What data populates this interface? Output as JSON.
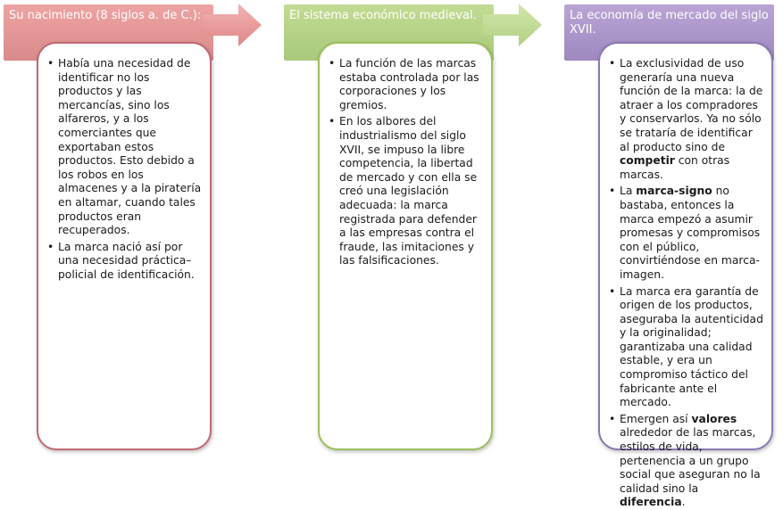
{
  "stages": [
    {
      "title": "Su nacimiento (8 siglos a. de C.):",
      "bullets": [
        [
          "Había una necesidad de identificar no los productos y las mercancías, sino los alfareros, y a los comerciantes que exportaban estos productos. Esto debido a los robos en los almacenes y a la piratería en altamar, cuando tales productos eran recuperados."
        ],
        [
          "La marca nació así por una necesidad práctica–policial de identificación."
        ]
      ]
    },
    {
      "title": "El sistema económico medieval.",
      "bullets": [
        [
          "La función de las marcas estaba controlada por las corporaciones y los gremios."
        ],
        [
          "En los albores del industrialismo del siglo XVII, se impuso la libre competencia, la libertad de mercado y con ella se creó una legislación adecuada: la marca registrada para defender a las empresas contra el fraude, las imitaciones y las falsificaciones."
        ]
      ]
    },
    {
      "title": "La economía de mercado del siglo XVII.",
      "bullets": [
        [
          "La exclusividad de uso generaría una nueva función de la marca: la de atraer a los compradores y conservarlos. Ya no sólo se trataría de identificar al producto sino de ",
          "competir",
          " con otras marcas."
        ],
        [
          "La ",
          "marca-signo",
          " no bastaba, entonces la marca empezó a asumir promesas y compromisos con el público, convirtiéndose en marca-imagen."
        ],
        [
          "La marca era garantía de origen de los productos, aseguraba la autenticidad y la originalidad; garantizaba una calidad estable, y era un compromiso táctico del fabricante ante el mercado."
        ],
        [
          "Emergen así ",
          "valores",
          " alrededor de las marcas, estilos de vida, pertenencia a un grupo social que aseguran no la calidad sino la ",
          "diferencia",
          "."
        ]
      ]
    }
  ],
  "colors": {
    "stage1": "#d98b8b",
    "stage2": "#a9c97b",
    "stage3": "#9d89c0",
    "arrow": "#e89a9a",
    "arrow2": "#bcd98f"
  }
}
